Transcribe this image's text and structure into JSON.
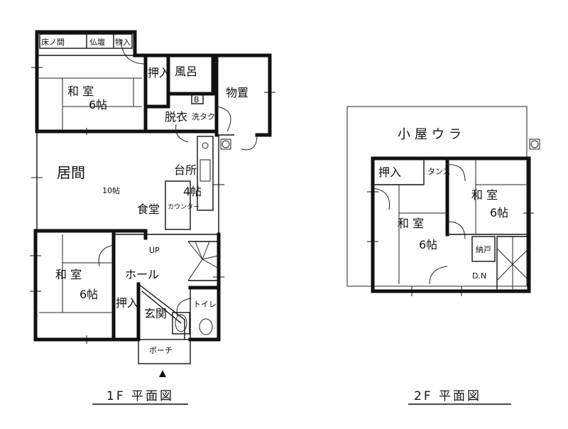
{
  "floor1": {
    "caption": "1F 平面図",
    "rooms": {
      "tokonoma": "床ノ間",
      "butsudan": "仏壇",
      "monoire": "物入",
      "washitsu_top": "和 室",
      "washitsu_top_size": "6帖",
      "oshiire_top": "押入",
      "furo": "風呂",
      "datsui": "脱衣",
      "sentaku": "洗タク",
      "monooki": "物置",
      "ima": "居間",
      "ima_size": "10帖",
      "daidokoro": "台所",
      "daidokoro_size": "4帖",
      "shokudo": "食堂",
      "counter": "カウンター",
      "washitsu_bottom": "和 室",
      "washitsu_bottom_size": "6帖",
      "hall": "ホール",
      "oshiire_bottom": "押入",
      "genkan": "玄関",
      "toilet": "トイレ",
      "porch": "ポーチ",
      "up_mark": "UP",
      "boiler": "B"
    }
  },
  "floor2": {
    "caption": "2F 平面図",
    "rooms": {
      "attic": "小屋ウラ",
      "oshiire": "押入",
      "tansu": "タンス",
      "washitsu_right": "和 室",
      "washitsu_right_size": "6帖",
      "washitsu_left": "和 室",
      "washitsu_left_size": "6帖",
      "nando": "納戸",
      "dn_mark": "D.N"
    }
  }
}
